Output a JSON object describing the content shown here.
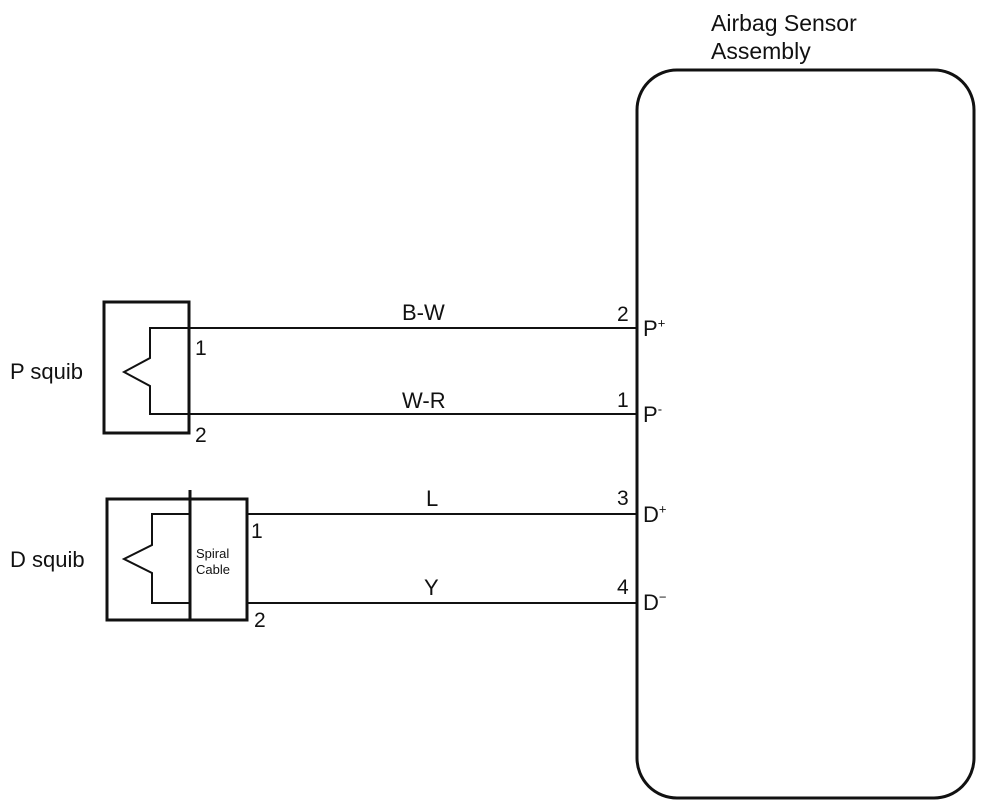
{
  "sensor": {
    "title_line1": "Airbag Sensor",
    "title_line2": "Assembly"
  },
  "p_squib": {
    "label": "P squib",
    "pin1": "1",
    "pin2": "2"
  },
  "d_squib": {
    "label": "D squib",
    "pin1": "1",
    "pin2": "2",
    "spiral_line1": "Spiral",
    "spiral_line2": "Cable"
  },
  "circuits": [
    {
      "wire_color": "B-W",
      "pin": "2",
      "terminal": "P",
      "polarity": "+"
    },
    {
      "wire_color": "W-R",
      "pin": "1",
      "terminal": "P",
      "polarity": "-"
    },
    {
      "wire_color": "L",
      "pin": "3",
      "terminal": "D",
      "polarity": "+"
    },
    {
      "wire_color": "Y",
      "pin": "4",
      "terminal": "D",
      "polarity": "−"
    }
  ],
  "colors": {
    "line": "#111111",
    "background": "#ffffff"
  }
}
